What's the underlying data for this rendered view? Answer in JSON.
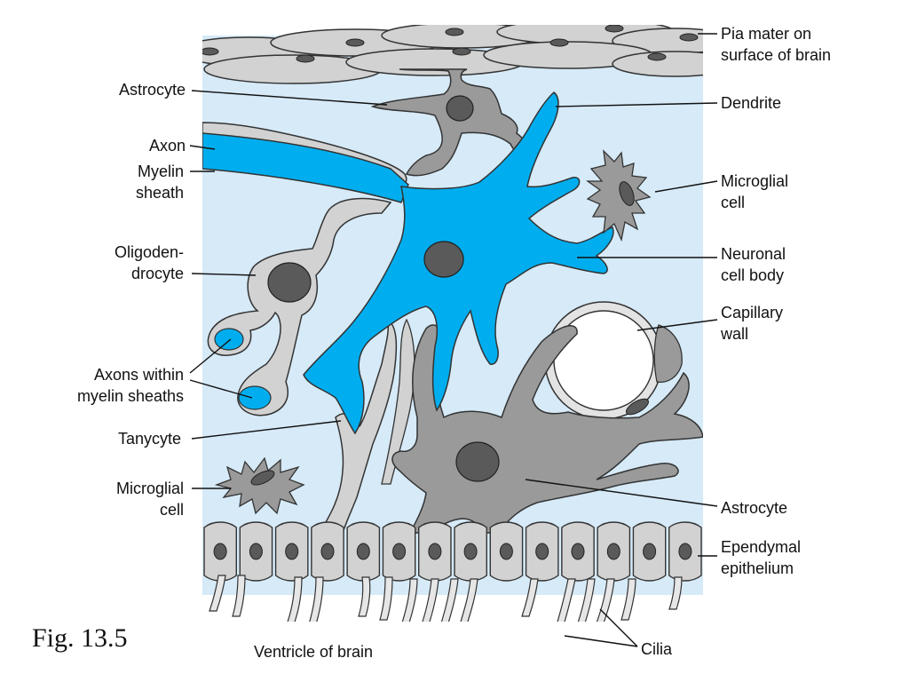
{
  "figure": {
    "caption": "Fig. 13.5",
    "colors": {
      "background": "#d6eaf8",
      "neuron": "#00aeef",
      "glia_light": "#d2d2d2",
      "glia_dark": "#9a9a9a",
      "nucleus": "#5a5a5a",
      "outline": "#333333"
    },
    "labels": {
      "pia_mater_1": "Pia mater on",
      "pia_mater_2": "surface of brain",
      "astrocyte_top": "Astrocyte",
      "dendrite": "Dendrite",
      "axon": "Axon",
      "myelin_1": "Myelin",
      "myelin_2": "sheath",
      "microglial_r_1": "Microglial",
      "microglial_r_2": "cell",
      "oligo_1": "Oligoden-",
      "oligo_2": "drocyte",
      "neuronal_1": "Neuronal",
      "neuronal_2": "cell body",
      "capillary_1": "Capillary",
      "capillary_2": "wall",
      "axons_within_1": "Axons within",
      "axons_within_2": "myelin sheaths",
      "tanycyte": "Tanycyte",
      "microglial_l_1": "Microglial",
      "microglial_l_2": "cell",
      "astrocyte_bottom": "Astrocyte",
      "ependymal_1": "Ependymal",
      "ependymal_2": "epithelium",
      "ventricle": "Ventricle of brain",
      "cilia": "Cilia"
    }
  }
}
